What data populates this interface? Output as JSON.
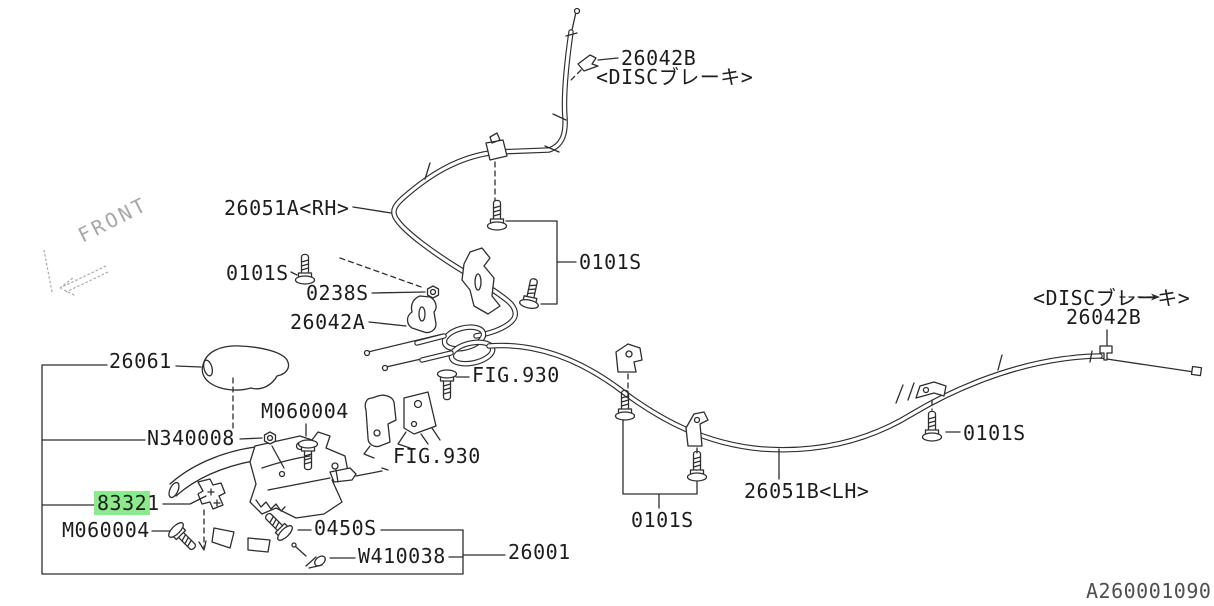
{
  "page": {
    "background": "#ffffff"
  },
  "colors": {
    "line": "#2e2e2e",
    "label_text": "#1d1d1d",
    "highlight": "#8CE98C",
    "front_marker": "#a8a8a8",
    "drawing_number_text": "#4f4f4f"
  },
  "front_marker": {
    "label": "FRONT"
  },
  "labels": {
    "cable_rh_clip": {
      "text": "26042B"
    },
    "cable_rh_clip_note": {
      "text": "<DISCブレーキ>"
    },
    "cable_rh": {
      "text": "26051A<RH>"
    },
    "bolt_equalizer_bracket": {
      "text": "0101S"
    },
    "nut_clamp": {
      "text": "0238S"
    },
    "cable_front": {
      "text": "26042A"
    },
    "bolt_rh_pair": {
      "text": "0101S"
    },
    "cable_lh_clip_note": {
      "text": "<DISCブレーキ>"
    },
    "cable_lh_clip": {
      "text": "26042B"
    },
    "grip": {
      "text": "26061"
    },
    "fig_ref_upper": {
      "text": "FIG.930"
    },
    "bolt_grip_upper": {
      "text": "M060004"
    },
    "nut_lever": {
      "text": "N340008"
    },
    "fig_ref_lower": {
      "text": "FIG.930"
    },
    "bolt_lh_single": {
      "text": "0101S"
    },
    "switch": {
      "text": "83321",
      "highlighted": true
    },
    "cable_lh": {
      "text": "26051B<LH>"
    },
    "bolt_lever_lower": {
      "text": "M060004"
    },
    "pin_clevis": {
      "text": "0450S"
    },
    "bolt_lh_pair": {
      "text": "0101S"
    },
    "washer_pin": {
      "text": "W410038"
    },
    "lever_assembly": {
      "text": "26001"
    },
    "drawing_number": {
      "text": "A260001090"
    }
  }
}
